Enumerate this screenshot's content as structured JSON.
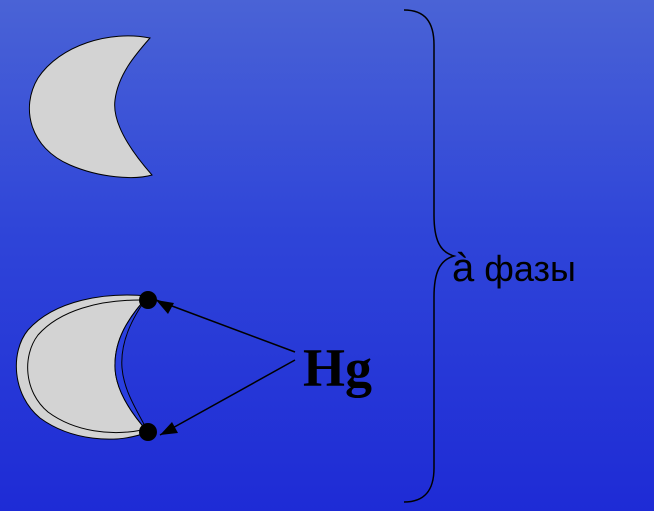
{
  "labels": {
    "phase_prefix": "à",
    "phase_text": "фазы",
    "element": "Hg"
  },
  "colors": {
    "background_top": "#4a63d6",
    "background_bottom": "#1e2bd6",
    "crescent_fill": "#d3d3d3",
    "mercury_film": "#2a3fe0",
    "stroke": "#000000"
  }
}
